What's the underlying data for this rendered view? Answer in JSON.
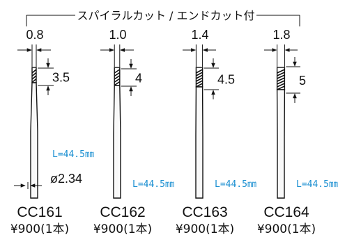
{
  "header": {
    "title": "スパイラルカット / エンドカット付"
  },
  "products": [
    {
      "code": "CC161",
      "price": "¥900(1本)",
      "head_diameter": "0.8",
      "cut_length": "3.5",
      "total_length": "L=44.5㎜"
    },
    {
      "code": "CC162",
      "price": "¥900(1本)",
      "head_diameter": "1.0",
      "cut_length": "4",
      "total_length": "L=44.5㎜"
    },
    {
      "code": "CC163",
      "price": "¥900(1本)",
      "head_diameter": "1.4",
      "cut_length": "4.5",
      "total_length": "L=44.5㎜"
    },
    {
      "code": "CC164",
      "price": "¥900(1本)",
      "head_diameter": "1.8",
      "cut_length": "5",
      "total_length": "L=44.5㎜"
    }
  ],
  "shank": {
    "diameter_label": "ø2.34"
  },
  "colors": {
    "dimension_text": "#1a8fd1",
    "line": "#111111"
  }
}
